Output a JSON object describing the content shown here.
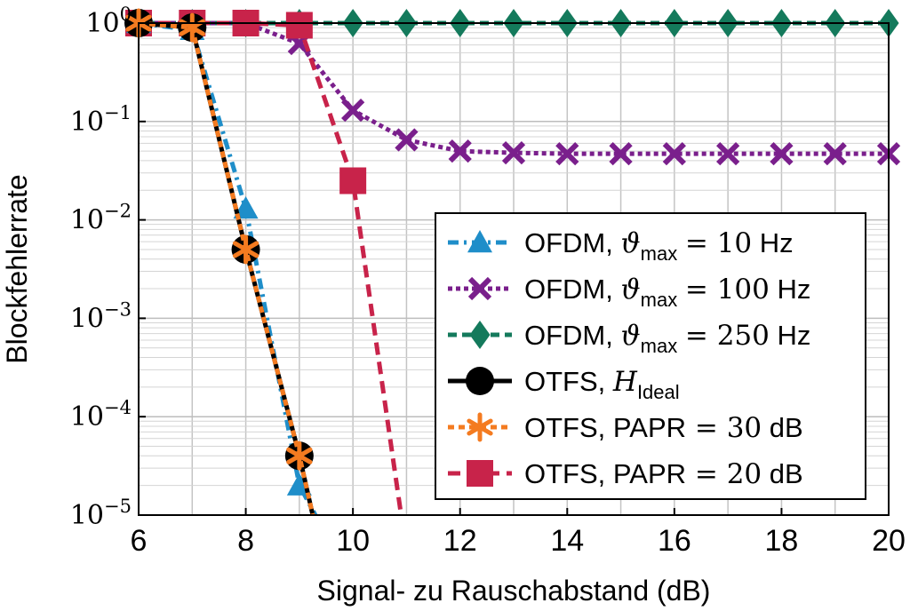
{
  "chart_data": {
    "type": "line",
    "xlabel": "Signal- zu Rauschabstand (dB)",
    "ylabel": "Blockfehlerrate",
    "xlim": [
      6,
      20
    ],
    "ylim": [
      1e-05,
      1
    ],
    "yscale": "log",
    "grid": true,
    "legend_position": "right",
    "x_ticks": [
      6,
      8,
      10,
      12,
      14,
      16,
      18,
      20
    ],
    "x_tick_labels": [
      "6",
      "8",
      "10",
      "12",
      "14",
      "16",
      "18",
      "20"
    ],
    "y_ticks": [
      {
        "value": 1,
        "base": "10",
        "exp": "0"
      },
      {
        "value": 0.1,
        "base": "10",
        "exp": "−1"
      },
      {
        "value": 0.01,
        "base": "10",
        "exp": "−2"
      },
      {
        "value": 0.001,
        "base": "10",
        "exp": "−3"
      },
      {
        "value": 0.0001,
        "base": "10",
        "exp": "−4"
      },
      {
        "value": 1e-05,
        "base": "10",
        "exp": "−5"
      }
    ],
    "series": [
      {
        "key": "ofdm10",
        "legend": {
          "prefix": "OFDM, ",
          "var": "ϑ",
          "sub": "max",
          "eq": " = ",
          "num": "10",
          "unit": " Hz"
        },
        "color": "#1f8ec9",
        "marker": "triangle",
        "dash": "12,6,3,6",
        "x": [
          6,
          7,
          8,
          9,
          9.3
        ],
        "y": [
          1,
          0.85,
          0.013,
          2e-05,
          1e-05
        ]
      },
      {
        "key": "ofdm100",
        "legend": {
          "prefix": "OFDM, ",
          "var": "ϑ",
          "sub": "max",
          "eq": " = ",
          "num": "100",
          "unit": " Hz"
        },
        "color": "#7a1f8c",
        "marker": "x",
        "dash": "5,4",
        "x": [
          6,
          7,
          8,
          9,
          10,
          11,
          12,
          13,
          14,
          15,
          16,
          17,
          18,
          19,
          20
        ],
        "y": [
          1,
          1,
          1,
          0.62,
          0.13,
          0.065,
          0.05,
          0.048,
          0.047,
          0.047,
          0.047,
          0.047,
          0.047,
          0.047,
          0.047
        ]
      },
      {
        "key": "ofdm250",
        "legend": {
          "prefix": "OFDM, ",
          "var": "ϑ",
          "sub": "max",
          "eq": " = ",
          "num": "250",
          "unit": " Hz"
        },
        "color": "#147a5c",
        "marker": "diamond",
        "dash": "10,6",
        "x": [
          6,
          7,
          8,
          9,
          10,
          11,
          12,
          13,
          14,
          15,
          16,
          17,
          18,
          19,
          20
        ],
        "y": [
          1,
          1,
          1,
          1,
          1,
          1,
          1,
          1,
          1,
          1,
          1,
          1,
          1,
          1,
          1
        ]
      },
      {
        "key": "otfsIdeal",
        "legend": {
          "prefix": "OTFS, ",
          "var": "H",
          "sub": "Ideal",
          "eq": "",
          "num": "",
          "unit": ""
        },
        "color": "#000000",
        "marker": "circle",
        "dash": "",
        "x": [
          6,
          7,
          8,
          9,
          9.25
        ],
        "y": [
          1,
          0.9,
          0.005,
          4e-05,
          1e-05
        ]
      },
      {
        "key": "otfs30",
        "legend": {
          "prefix": "OTFS, PAPR",
          "var": "",
          "sub": "",
          "eq": " = ",
          "num": "30",
          "unit": " dB"
        },
        "color": "#f47b20",
        "marker": "asterisk",
        "dash": "7,5",
        "x": [
          6,
          7,
          8,
          9,
          9.25
        ],
        "y": [
          1,
          0.9,
          0.005,
          4e-05,
          1e-05
        ]
      },
      {
        "key": "otfs20",
        "legend": {
          "prefix": "OTFS, PAPR",
          "var": "",
          "sub": "",
          "eq": " = ",
          "num": "20",
          "unit": " dB"
        },
        "color": "#c8234a",
        "marker": "square",
        "dash": "14,8",
        "x": [
          6,
          7,
          8,
          9,
          10,
          10.9
        ],
        "y": [
          1,
          1,
          1,
          0.95,
          0.025,
          1e-05
        ]
      }
    ]
  }
}
